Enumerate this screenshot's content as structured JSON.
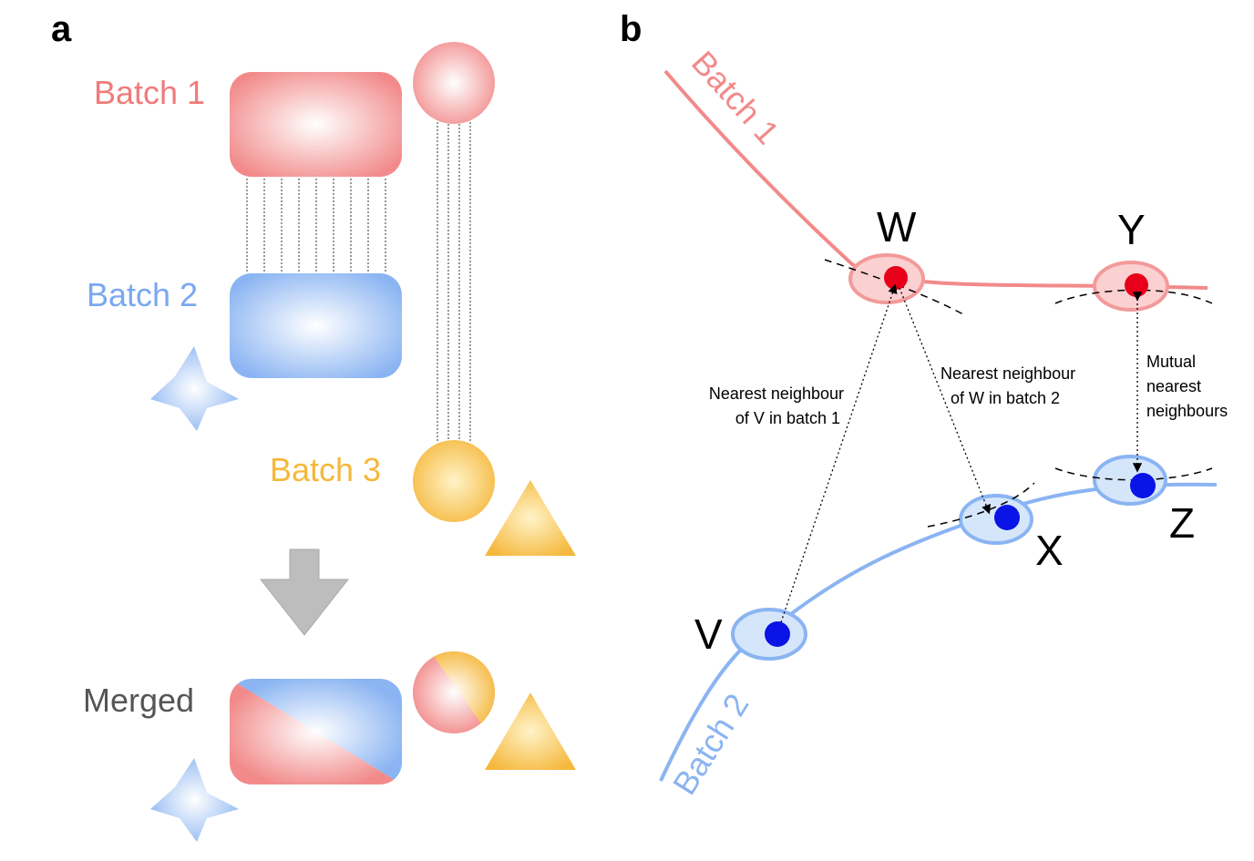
{
  "panel_a": {
    "letter": "a",
    "batch1_label": "Batch 1",
    "batch2_label": "Batch 2",
    "batch3_label": "Batch 3",
    "merged_label": "Merged"
  },
  "panel_b": {
    "letter": "b",
    "curve1_label": "Batch 1",
    "curve2_label": "Batch 2",
    "points": {
      "W": "W",
      "Y": "Y",
      "V": "V",
      "X": "X",
      "Z": "Z"
    },
    "annotations": {
      "nn_v_line1": "Nearest neighbour",
      "nn_v_line2": "of V in batch 1",
      "nn_w_line1": "Nearest neighbour",
      "nn_w_line2": "of W in batch 2",
      "mnn_line1": "Mutual",
      "mnn_line2": "nearest",
      "mnn_line3": "neighbours"
    }
  },
  "colors": {
    "batch1": "#f08a8a",
    "batch2": "#8ab4f0",
    "batch3": "#f5b83c",
    "arrow_gray": "#bdbdbd",
    "red_dot": "#e8001a",
    "blue_dot": "#0a14e6"
  }
}
